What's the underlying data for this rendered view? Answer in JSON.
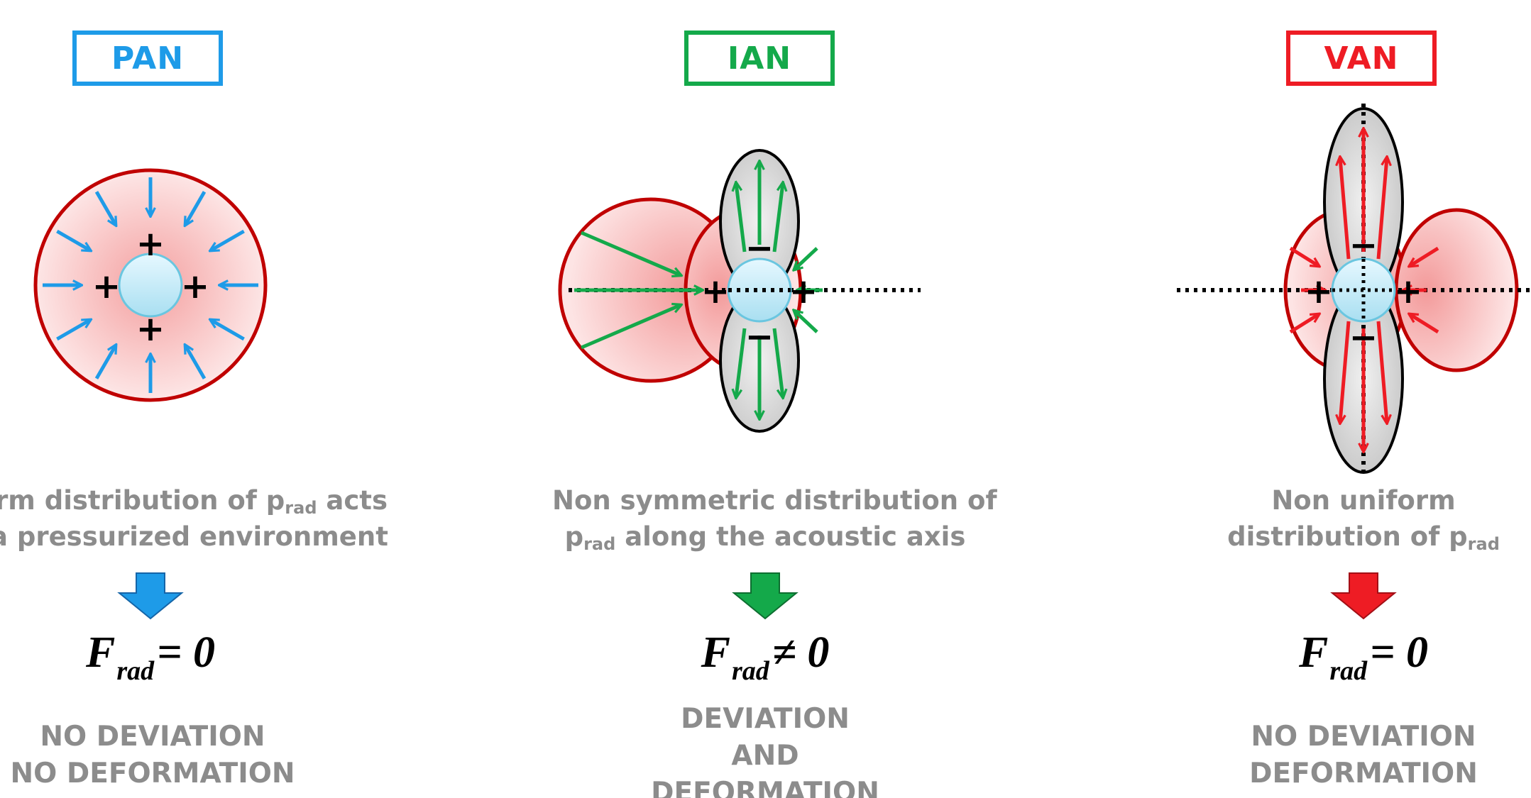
{
  "colors": {
    "pan": "#1e9be8",
    "ian": "#14a94a",
    "van": "#ee1c24",
    "outline_red": "#c00000",
    "caption_gray": "#8c8c8c"
  },
  "panels": [
    {
      "id": "pan",
      "label": "PAN",
      "desc_line1_before": "rm distribution of p",
      "desc_line1_sub": "rad",
      "desc_line1_after": " acts",
      "desc_line2": "a pressurized environment",
      "formula_main": "F",
      "formula_sub": "rad",
      "formula_rel": "= 0",
      "result_line1": "NO DEVIATION",
      "result_line2": "NO DEFORMATION"
    },
    {
      "id": "ian",
      "label": "IAN",
      "desc_line1": "Non symmetric distribution of",
      "desc_line2_p": "p",
      "desc_line2_sub": "rad",
      "desc_line2_after": " along the acoustic axis",
      "formula_main": "F",
      "formula_sub": "rad",
      "formula_rel": "≠ 0",
      "result_line1": "DEVIATION",
      "result_line2": "AND",
      "result_line3": "DEFORMATION"
    },
    {
      "id": "van",
      "label": "VAN",
      "desc_line1": "Non uniform",
      "desc_line2_before": "distribution of p",
      "desc_line2_sub": "rad",
      "formula_main": "F",
      "formula_sub": "rad",
      "formula_rel": "= 0",
      "result_line1": "NO DEVIATION",
      "result_line2": "DEFORMATION"
    }
  ],
  "diagram_glyphs": {
    "plus": "+",
    "minus": "−"
  }
}
